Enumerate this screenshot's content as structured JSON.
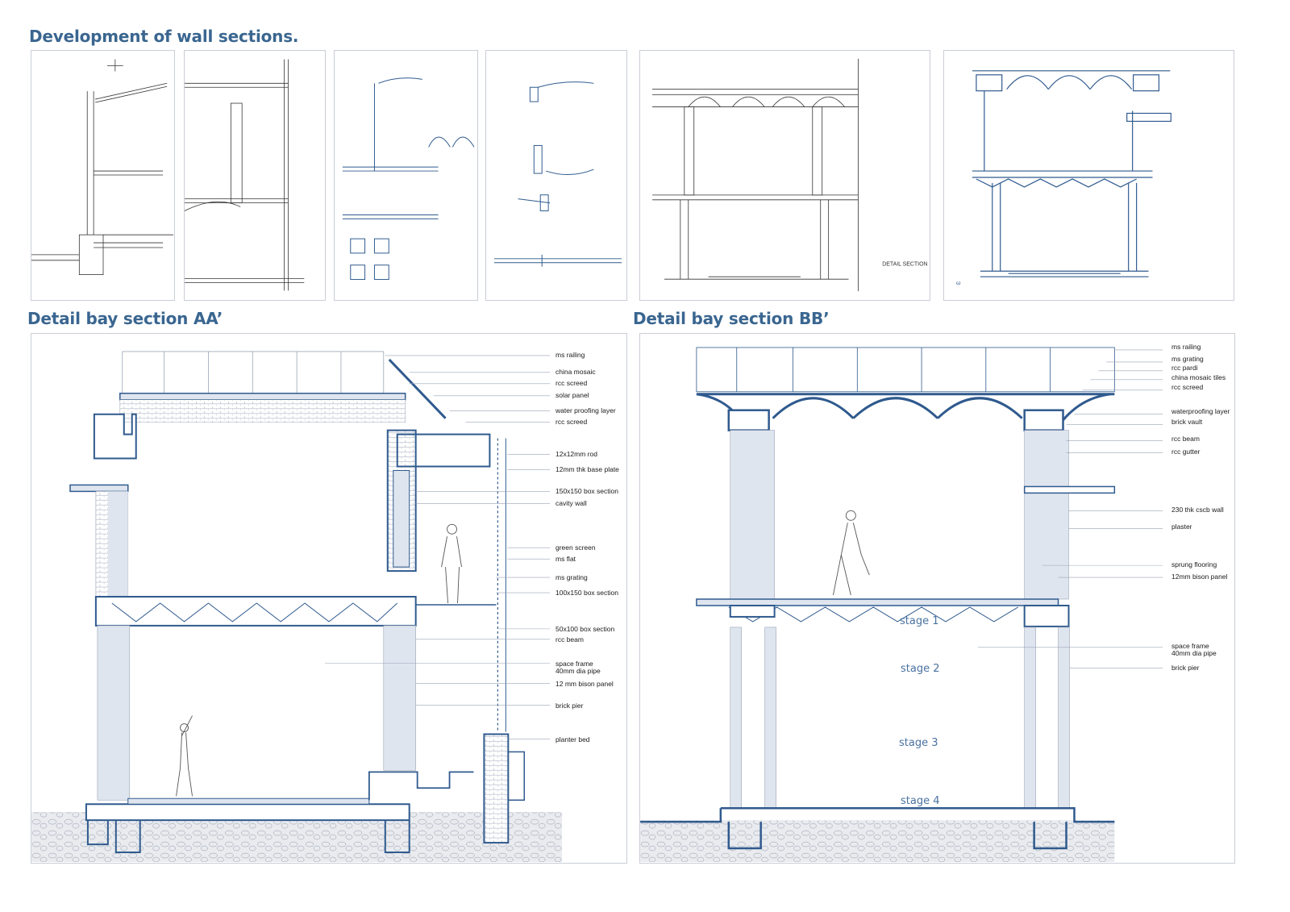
{
  "headings": {
    "development": "Development of wall sections.",
    "section_aa": "Detail bay section AA’",
    "section_bb": "Detail bay section BB’"
  },
  "sketch_notes": {
    "s5": "DETAIL SECTION",
    "s6": "ω"
  },
  "section_aa_labels": [
    "ms railing",
    "china mosaic",
    "rcc screed",
    "solar panel",
    "water proofing layer",
    "rcc screed",
    "12x12mm rod",
    "12mm thk base plate",
    "150x150 box section",
    "cavity wall",
    "green screen",
    "ms flat",
    "ms grating",
    "100x150 box section",
    "50x100 box section",
    "rcc beam",
    "space frame",
    "40mm dia pipe",
    "12 mm bison panel",
    "brick pier",
    "planter bed"
  ],
  "section_bb_labels": [
    "ms railing",
    "ms grating",
    "rcc pardi",
    "china mosaic tiles",
    "rcc screed",
    "waterproofing layer",
    "brick vault",
    "rcc beam",
    "rcc gutter",
    "230 thk cscb wall",
    "plaster",
    "sprung flooring",
    "12mm bison panel",
    "space frame",
    "40mm dia pipe",
    "brick pier"
  ],
  "stages": [
    "stage 1",
    "stage 2",
    "stage 3",
    "stage 4"
  ],
  "colors": {
    "heading": "#3a6690",
    "line_blue": "#2f5a8e",
    "fill_blue": "#dfe5ef",
    "ground": "#e9ebef"
  }
}
